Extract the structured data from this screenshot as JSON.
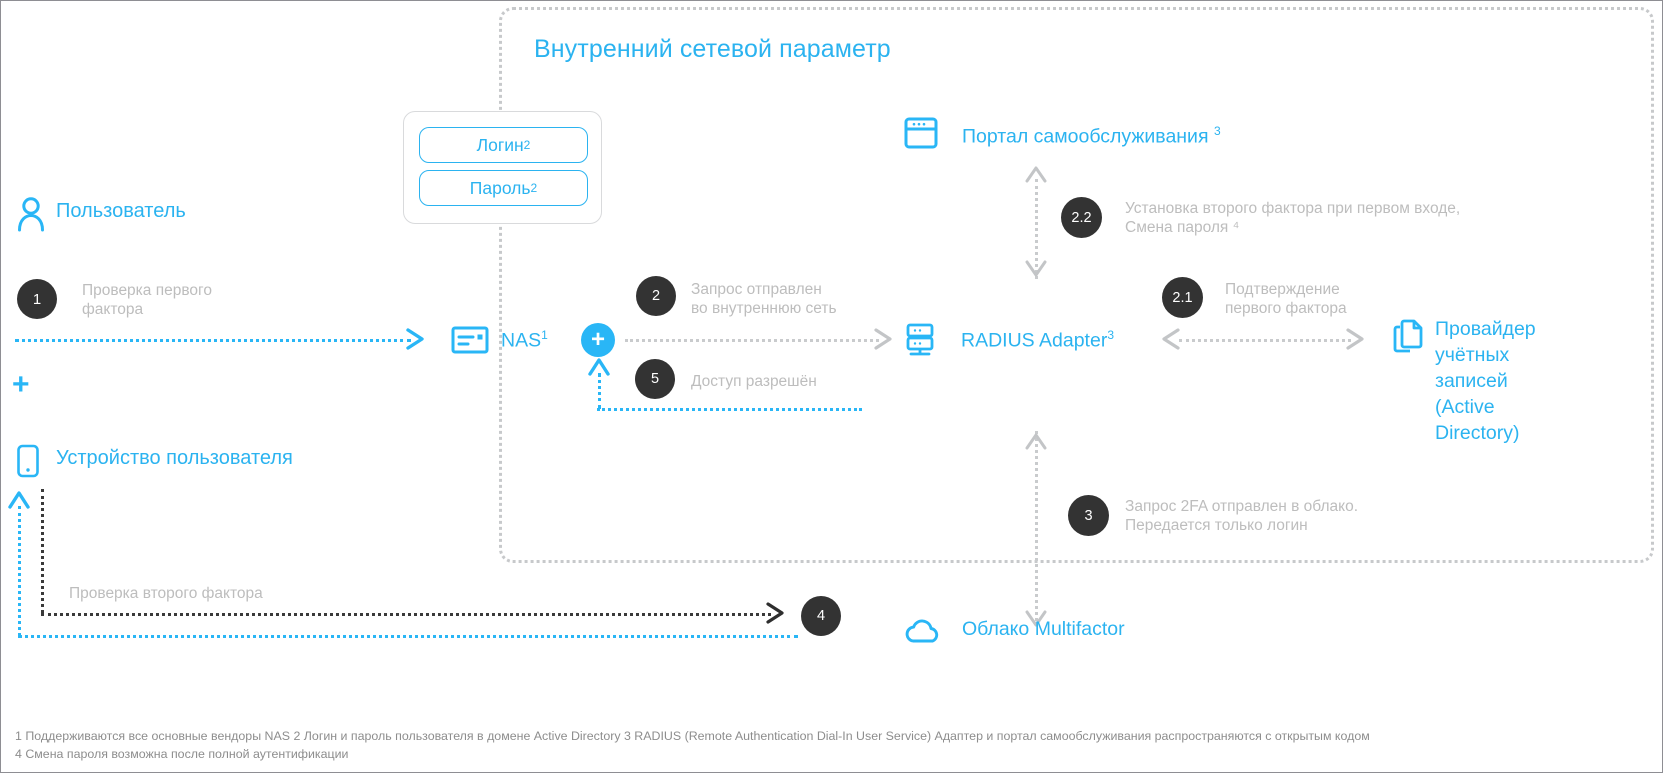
{
  "region": {
    "title": "Внутренний сетевой параметр"
  },
  "nodes": {
    "user": {
      "label": "Пользователь",
      "icon": "user-icon"
    },
    "device": {
      "label": "Устройство пользователя",
      "icon": "mobile-device-icon"
    },
    "nas": {
      "label": "NAS",
      "sup": "1",
      "icon": "nas-card-icon"
    },
    "portal": {
      "label": "Портал самообслуживания",
      "sup": "3",
      "icon": "browser-window-icon"
    },
    "radius": {
      "label": "RADIUS Adapter",
      "sup": "3",
      "icon": "server-rack-icon"
    },
    "provider": {
      "label": "Провайдер учётных записей (Active Directory)",
      "icon": "documents-icon"
    },
    "cloud": {
      "label": "Облако Multifactor",
      "icon": "cloud-icon"
    }
  },
  "credentials": {
    "login": {
      "label": "Логин",
      "sup": "2"
    },
    "password": {
      "label": "Пароль",
      "sup": "2"
    }
  },
  "steps": [
    {
      "id": "1",
      "text": "Проверка первого\nфактора"
    },
    {
      "id": "2",
      "text": "Запрос отправлен\nво внутреннюю сеть"
    },
    {
      "id": "5",
      "text": "Доступ разрешён"
    },
    {
      "id": "2.2",
      "text": "Установка второго фактора при первом входе,\nСмена пароля ⁴"
    },
    {
      "id": "2.1",
      "text": "Подтверждение\nпервого фактора"
    },
    {
      "id": "3",
      "text": "Запрос 2FA отправлен в облако.\nПередается только логин"
    },
    {
      "id": "4",
      "text": ""
    }
  ],
  "labels": {
    "second_factor_check": "Проверка второго фактора",
    "plus_sign": "+"
  },
  "footnotes": "1 Поддерживаются все основные вендоры NAS   2 Логин и пароль пользователя в домене Active Directory   3 RADIUS (Remote Authentication Dial-In User Service) Адаптер и портал самообслуживания распространяются с открытым кодом\n 4 Смена пароля возможна после полной аутентификации",
  "colors": {
    "accent": "#2bb3f0",
    "accent_bright": "#29b6f6",
    "step_bubble": "#333333",
    "muted_text": "#bdbdbd",
    "dashed_grey": "#c9cbcd",
    "footnote_text": "#8d8d8d"
  }
}
